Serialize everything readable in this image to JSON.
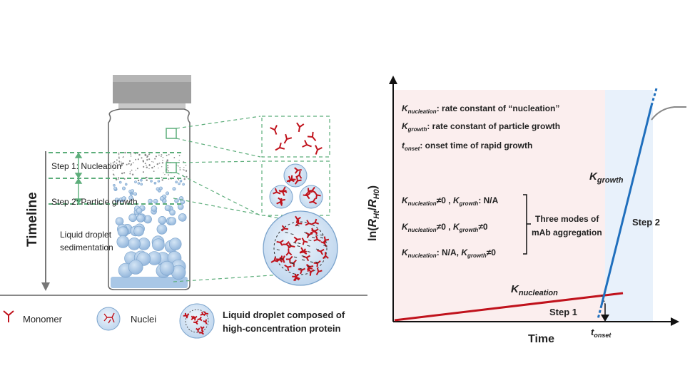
{
  "left_panel": {
    "timeline_label": "Timeline",
    "step1_label": "Step 1: Nucleation",
    "step2_label": "Step 2: Particle growth",
    "sedimentation_line1": "Liquid droplet",
    "sedimentation_line2": "sedimentation",
    "legend": {
      "monomer": "Monomer",
      "nuclei": "Nuclei",
      "droplet_line1": "Liquid droplet composed of",
      "droplet_line2": "high-concentration protein"
    }
  },
  "right_panel": {
    "def_nucleation": {
      "sym": "K",
      "sub": "nucleation",
      "text": ": rate constant of “nucleation”"
    },
    "def_growth": {
      "sym": "K",
      "sub": "growth",
      "text": ": rate constant of particle growth"
    },
    "def_onset": {
      "sym": "t",
      "sub": "onset",
      "text": ": onset time of rapid growth"
    },
    "modes": [
      {
        "a_sub": "nucleation",
        "a_val": "≠0 ,",
        "b_sub": "growth",
        "b_val": ": N/A"
      },
      {
        "a_sub": "nucleation",
        "a_val": "≠0 ,",
        "b_sub": "growth",
        "b_val": "≠0"
      },
      {
        "a_sub": "nucleation",
        "a_val": ": N/A,",
        "b_sub": "growth",
        "b_val": "≠0"
      }
    ],
    "modes_caption_line1": "Three modes of",
    "modes_caption_line2": "mAb aggregation",
    "y_axis": {
      "prefix": "ln(",
      "r1": "R",
      "s1": "Ht",
      "mid": "/",
      "r2": "R",
      "s2": "H0",
      "suffix": ")"
    },
    "x_axis": "Time",
    "k_growth": {
      "sym": "K",
      "sub": "growth"
    },
    "k_nucleation": {
      "sym": "K",
      "sub": "nucleation"
    },
    "step1": "Step 1",
    "step2": "Step 2",
    "t_onset": {
      "sym": "t",
      "sub": "onset"
    }
  },
  "colors": {
    "green_dashed": "#5cad7a",
    "red_line": "#c0121c",
    "blue_line": "#1f6fbd",
    "bubble_fill": "#a9c7e6",
    "bubble_stroke": "#7aa3cc",
    "pink_bg": "#fbeeee",
    "blue_bg": "#e8f1fb"
  }
}
